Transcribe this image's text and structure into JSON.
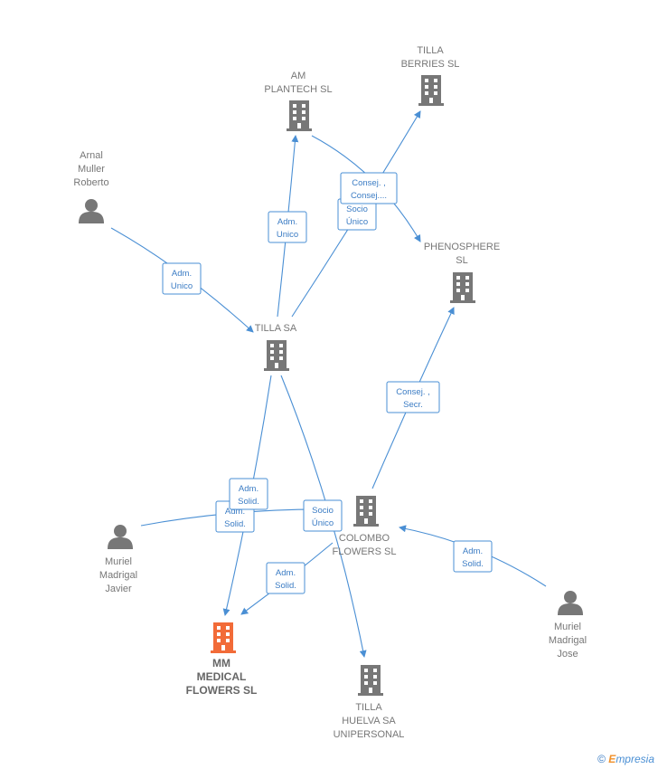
{
  "colors": {
    "edge": "#4a8fd4",
    "node": "#777777",
    "highlight": "#f26b38"
  },
  "nodes": {
    "am_plantech": {
      "lines": [
        "AM",
        "PLANTECH  SL"
      ],
      "type": "company"
    },
    "tilla_berries": {
      "lines": [
        "TILLA",
        "BERRIES SL"
      ],
      "type": "company"
    },
    "arnal": {
      "lines": [
        "Arnal",
        "Muller",
        "Roberto"
      ],
      "type": "person"
    },
    "phenosphere": {
      "lines": [
        "PHENOSPHERE",
        "SL"
      ],
      "type": "company"
    },
    "tilla_sa": {
      "lines": [
        "TILLA SA"
      ],
      "type": "company"
    },
    "colombo": {
      "lines": [
        "COLOMBO",
        "FLOWERS  SL"
      ],
      "type": "company"
    },
    "muriel_javier": {
      "lines": [
        "Muriel",
        "Madrigal",
        "Javier"
      ],
      "type": "person"
    },
    "muriel_jose": {
      "lines": [
        "Muriel",
        "Madrigal",
        "Jose"
      ],
      "type": "person"
    },
    "mm_medical": {
      "lines": [
        "MM",
        "MEDICAL",
        "FLOWERS  SL"
      ],
      "type": "company",
      "highlight": true
    },
    "tilla_huelva": {
      "lines": [
        "TILLA",
        "HUELVA SA",
        "UNIPERSONAL"
      ],
      "type": "company"
    }
  },
  "relations": [
    {
      "lines": [
        "Adm.",
        "Unico"
      ]
    },
    {
      "lines": [
        "Adm.",
        "Unico"
      ]
    },
    {
      "lines": [
        "Socio",
        "Único"
      ]
    },
    {
      "lines": [
        "Consej. ,",
        "Consej...."
      ]
    },
    {
      "lines": [
        "Consej. ,",
        "Secr."
      ]
    },
    {
      "lines": [
        "Adm.",
        "Solid."
      ]
    },
    {
      "lines": [
        "Adm.",
        "Solid."
      ]
    },
    {
      "lines": [
        "Socio",
        "Único"
      ]
    },
    {
      "lines": [
        "Adm.",
        "Solid."
      ]
    },
    {
      "lines": [
        "Adm.",
        "Solid."
      ]
    }
  ],
  "footer": {
    "copyright": "©",
    "brand_first": "E",
    "brand_rest": "mpresia"
  }
}
